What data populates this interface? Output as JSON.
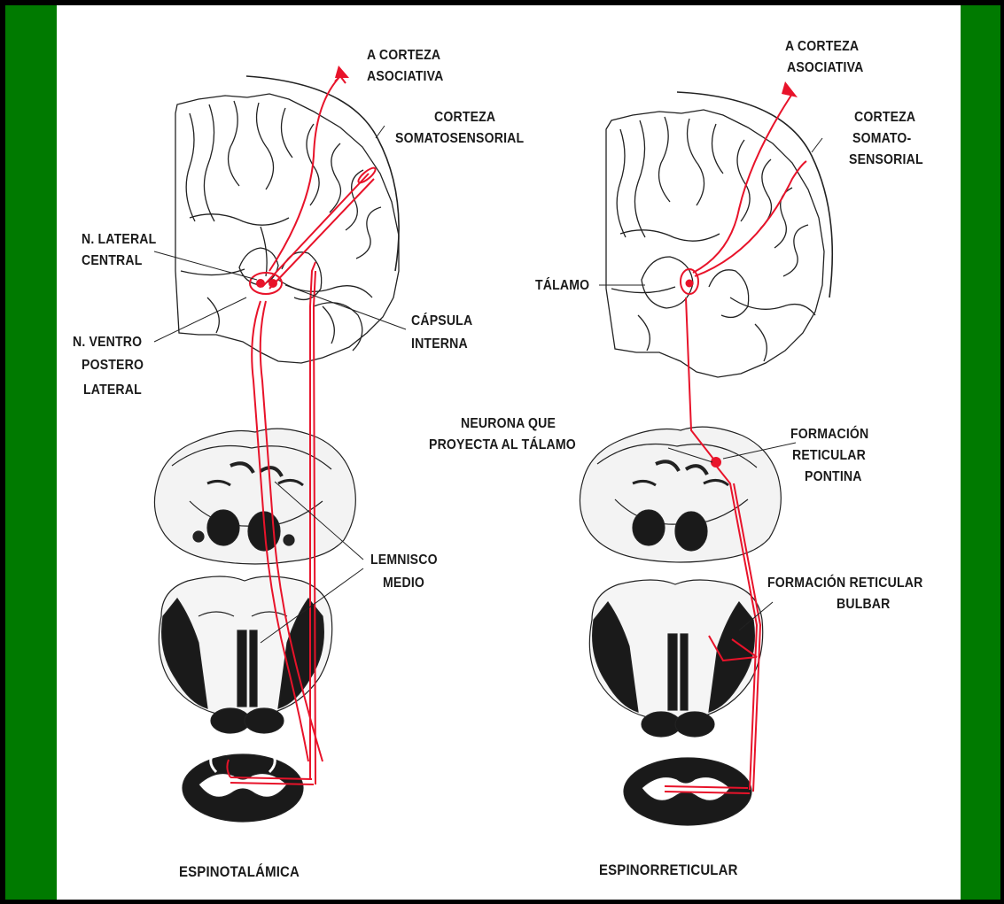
{
  "colors": {
    "frame": "#000000",
    "side_bars": "#007a00",
    "panel": "#ffffff",
    "pathway": "#e8132a",
    "anatomy_line": "#222222",
    "anatomy_fill": "#111111"
  },
  "left_diagram": {
    "caption": "ESPINOTALÁMICA",
    "labels": {
      "a_corteza_1": "A CORTEZA",
      "a_corteza_2": "ASOCIATIVA",
      "corteza_1": "CORTEZA",
      "corteza_2": "SOMATOSENSORIAL",
      "lateral_central_1": "N. LATERAL",
      "lateral_central_2": "CENTRAL",
      "capsula_1": "CÁPSULA",
      "capsula_2": "INTERNA",
      "ventro_1": "N. VENTRO",
      "ventro_2": "POSTERO",
      "ventro_3": "LATERAL",
      "lemnisco_1": "LEMNISCO",
      "lemnisco_2": "MEDIO"
    }
  },
  "right_diagram": {
    "caption": "ESPINORRETICULAR",
    "labels": {
      "a_corteza_1": "A CORTEZA",
      "a_corteza_2": "ASOCIATIVA",
      "corteza_1": "CORTEZA",
      "corteza_2": "SOMATO-",
      "corteza_3": "SENSORIAL",
      "talamo": "TÁLAMO",
      "neurona_1": "NEURONA QUE",
      "neurona_2": "PROYECTA AL TÁLAMO",
      "pontina_1": "FORMACIÓN",
      "pontina_2": "RETICULAR",
      "pontina_3": "PONTINA",
      "bulbar_1": "FORMACIÓN RETICULAR",
      "bulbar_2": "BULBAR"
    }
  }
}
